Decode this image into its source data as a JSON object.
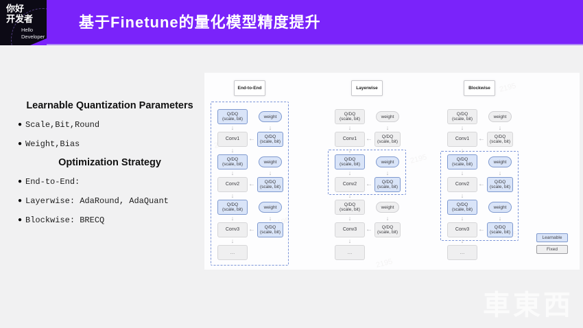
{
  "header": {
    "logo": {
      "cn_line1": "你好",
      "cn_line2": "开发者",
      "en_line1": "Hello",
      "en_line2": "Developer"
    },
    "title": "基于Finetune的量化模型精度提升"
  },
  "left_panel": {
    "bullet_glyph": "●",
    "section1": {
      "heading": "Learnable Quantization Parameters",
      "bullets": [
        "Scale,Bit,Round",
        "Weight,Bias"
      ]
    },
    "section2": {
      "heading": "Optimization Strategy",
      "bullets": [
        "End-to-End:",
        "Layerwise: AdaRound, AdaQuant",
        "Blockwise: BRECQ"
      ]
    }
  },
  "diagram": {
    "labels": {
      "qdq": "Q/DQ",
      "qdq_param": "(scale, bit)",
      "weight": "weight",
      "ellipsis": "..."
    },
    "icons": {
      "down_arrow": "↓",
      "left_arrow": "←"
    },
    "columns": [
      {
        "title": "End-to-End",
        "dashed_scope": "all",
        "groups": [
          {
            "conv": "Conv1",
            "learnable": true
          },
          {
            "conv": "Conv2",
            "learnable": true
          },
          {
            "conv": "Conv3",
            "learnable": true
          }
        ]
      },
      {
        "title": "Layerwise",
        "dashed_scope": "group2",
        "groups": [
          {
            "conv": "Conv1",
            "learnable": false
          },
          {
            "conv": "Conv2",
            "learnable": true
          },
          {
            "conv": "Conv3",
            "learnable": false
          }
        ]
      },
      {
        "title": "Blockwise",
        "dashed_scope": "groups2-3",
        "groups": [
          {
            "conv": "Conv1",
            "learnable": false
          },
          {
            "conv": "Conv2",
            "learnable": true
          },
          {
            "conv": "Conv3",
            "learnable": true
          }
        ]
      }
    ],
    "legend": [
      {
        "id": "learnable",
        "label": "Learnable"
      },
      {
        "id": "fixed",
        "label": "Fixed"
      }
    ]
  },
  "watermarks": {
    "diagonal_text": "2195",
    "corner_text": "車東西"
  },
  "colors": {
    "header_purple": "#7A23FA",
    "header_strip": "#AE8CF1",
    "page_background": "#F1F1F2",
    "learnable_fill": "#D9E4F8",
    "learnable_border": "#7E99CF",
    "fixed_fill": "#EFEFF0",
    "fixed_border": "#D6D6D8",
    "dashed_border": "#7B94D8"
  }
}
